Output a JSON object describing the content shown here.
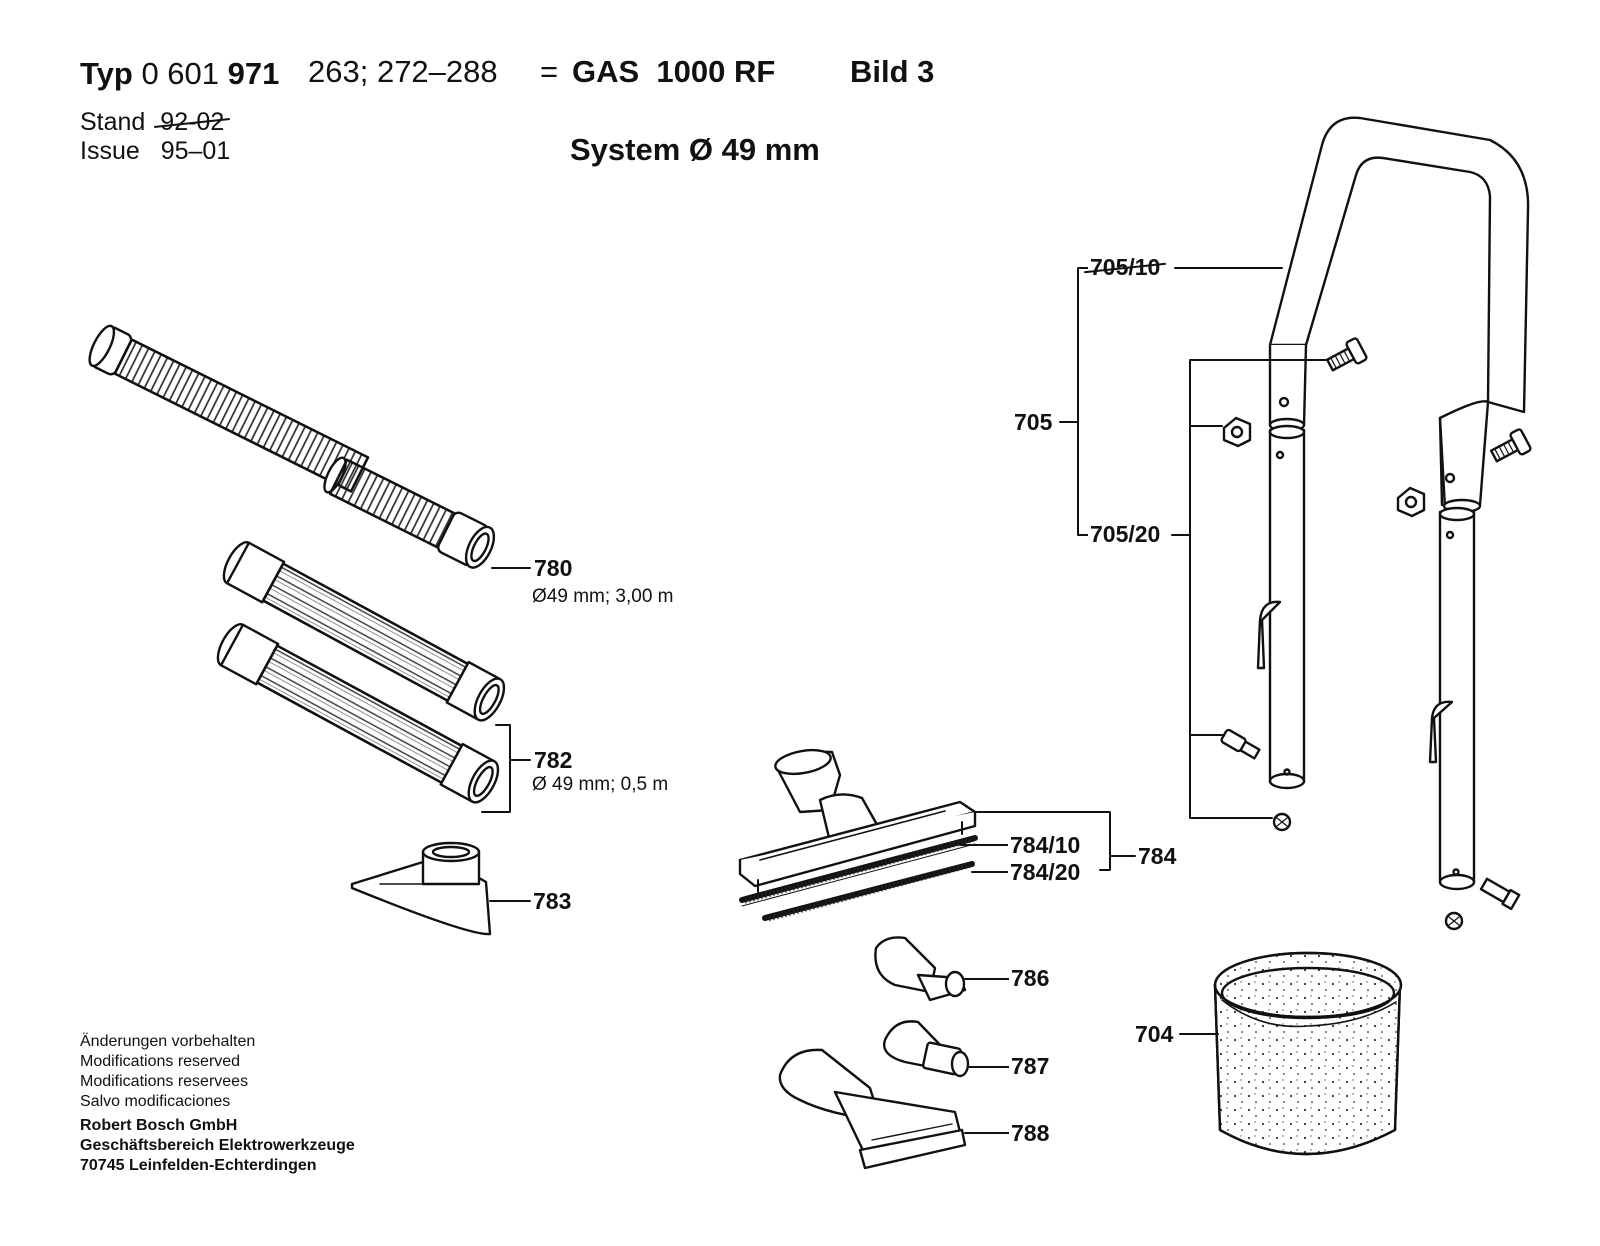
{
  "header": {
    "typ_word": "Typ",
    "typ_prefix": "0 601",
    "typ_number": "971",
    "typ_variants": "263; 272–288",
    "equals": "=",
    "model": "GAS  1000 RF",
    "figure": "Bild 3",
    "stand_label": "Stand",
    "stand_value": "92-02",
    "issue_label": "Issue",
    "issue_value": "95–01",
    "system": "System Ø 49 mm"
  },
  "parts": {
    "p780": {
      "number": "780",
      "spec": "Ø49 mm; 3,00 m"
    },
    "p782": {
      "number": "782",
      "spec": "Ø 49 mm; 0,5 m"
    },
    "p783": {
      "number": "783"
    },
    "p784": {
      "number": "784"
    },
    "p784_10": {
      "number": "784/10"
    },
    "p784_20": {
      "number": "784/20"
    },
    "p786": {
      "number": "786"
    },
    "p787": {
      "number": "787"
    },
    "p788": {
      "number": "788"
    },
    "p704": {
      "number": "704"
    },
    "p705": {
      "number": "705"
    },
    "p705_10": {
      "number": "705/10"
    },
    "p705_20": {
      "number": "705/20"
    }
  },
  "footer": {
    "lines": [
      "Änderungen vorbehalten",
      "Modifications reserved",
      "Modifications reservees",
      "Salvo modificaciones"
    ],
    "company": "Robert Bosch GmbH",
    "division": "Geschäftsbereich Elektrowerkzeuge",
    "address": "70745 Leinfelden-Echterdingen"
  }
}
